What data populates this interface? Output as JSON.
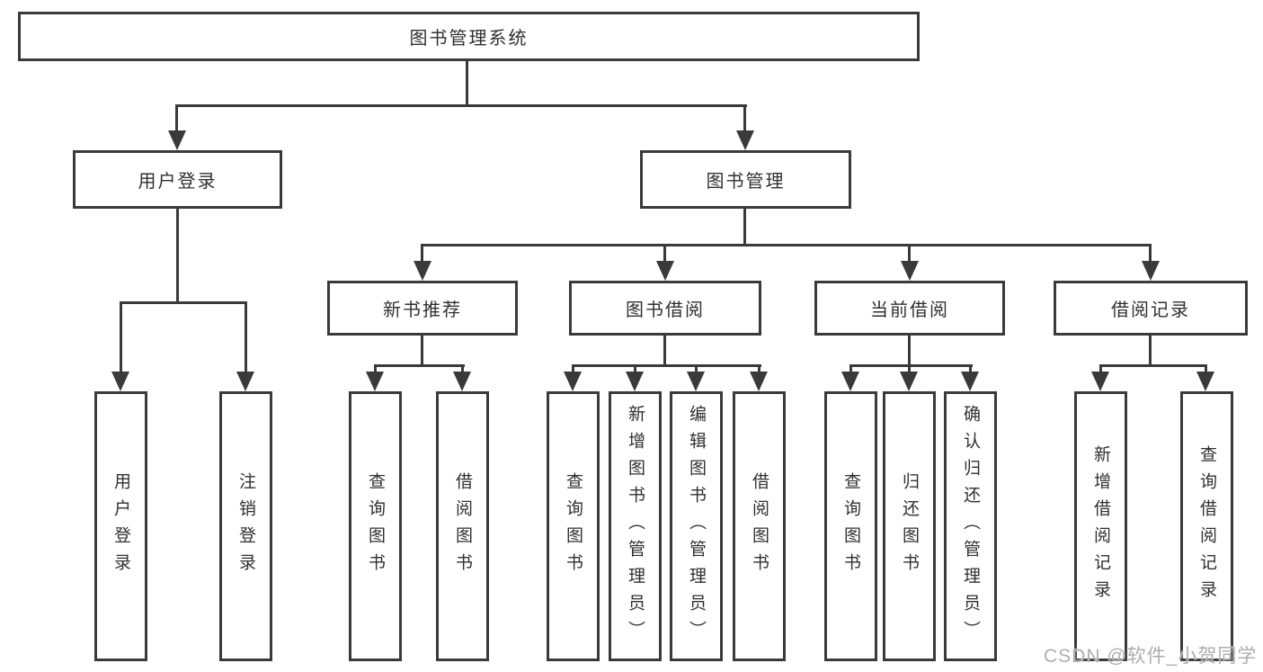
{
  "diagram": {
    "root": {
      "label": "图书管理系统"
    },
    "branches": [
      {
        "label": "用户登录",
        "children": [
          {
            "label": "用户登录"
          },
          {
            "label": "注销登录"
          }
        ]
      },
      {
        "label": "图书管理",
        "children": [
          {
            "label": "新书推荐",
            "children": [
              {
                "label": "查询图书"
              },
              {
                "label": "借阅图书"
              }
            ]
          },
          {
            "label": "图书借阅",
            "children": [
              {
                "label": "查询图书"
              },
              {
                "label": "新增图书（管理员）"
              },
              {
                "label": "编辑图书（管理员）"
              },
              {
                "label": "借阅图书"
              }
            ]
          },
          {
            "label": "当前借阅",
            "children": [
              {
                "label": "查询图书"
              },
              {
                "label": "归还图书"
              },
              {
                "label": "确认归还（管理员）"
              }
            ]
          },
          {
            "label": "借阅记录",
            "children": [
              {
                "label": "新增借阅记录"
              },
              {
                "label": "查询借阅记录"
              }
            ]
          }
        ]
      }
    ]
  },
  "watermark": {
    "text": "CSDN @软件_小贺同学"
  },
  "colors": {
    "line": "#3a3a3a",
    "text": "#303030",
    "watermark": "#aeaeae",
    "background": "#ffffff"
  }
}
